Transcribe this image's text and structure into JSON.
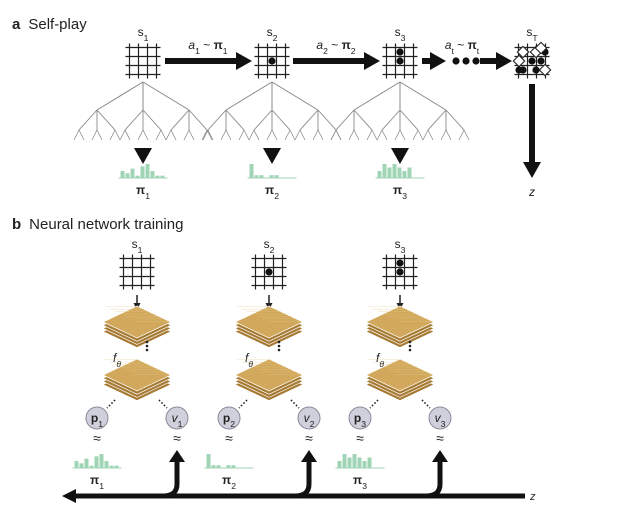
{
  "panel_a": {
    "letter": "a",
    "title": "Self-play",
    "states": [
      {
        "base": "s",
        "sub": "1"
      },
      {
        "base": "s",
        "sub": "2"
      },
      {
        "base": "s",
        "sub": "3"
      },
      {
        "base": "s",
        "sub": "T"
      }
    ],
    "actions": [
      {
        "base": "a",
        "sub": "1",
        "pi": "π",
        "pi_sub": "1"
      },
      {
        "base": "a",
        "sub": "2",
        "pi": "π",
        "pi_sub": "2"
      },
      {
        "base": "a",
        "sub": "t",
        "pi": "π",
        "pi_sub": "t"
      }
    ],
    "policies": [
      {
        "pi": "π",
        "sub": "1"
      },
      {
        "pi": "π",
        "sub": "2"
      },
      {
        "pi": "π",
        "sub": "3"
      }
    ],
    "outcome": "z"
  },
  "panel_b": {
    "letter": "b",
    "title": "Neural network training",
    "states": [
      {
        "base": "s",
        "sub": "1"
      },
      {
        "base": "s",
        "sub": "2"
      },
      {
        "base": "s",
        "sub": "3"
      }
    ],
    "network_label": {
      "base": "f",
      "sub": "θ"
    },
    "policy_outputs": [
      {
        "base": "p",
        "sub": "1"
      },
      {
        "base": "p",
        "sub": "2"
      },
      {
        "base": "p",
        "sub": "3"
      }
    ],
    "value_outputs": [
      {
        "base": "v",
        "sub": "1"
      },
      {
        "base": "v",
        "sub": "2"
      },
      {
        "base": "v",
        "sub": "3"
      }
    ],
    "targets": [
      {
        "pi": "π",
        "sub": "1"
      },
      {
        "pi": "π",
        "sub": "2"
      },
      {
        "pi": "π",
        "sub": "3"
      }
    ],
    "approx_symbol": "≈",
    "outcome": "z"
  },
  "colors": {
    "arrow": "#111111",
    "histogram": "#9fd4b4",
    "layer_top": "#d2a95c",
    "layer_side": "#a67a33",
    "node_fill": "#d0d0dc",
    "node_stroke": "#8a8a9a",
    "tree": "#888888"
  },
  "histograms": {
    "a": [
      [
        3,
        2,
        4,
        1,
        5,
        6,
        3,
        1,
        1
      ],
      [
        5,
        1,
        1,
        0,
        1,
        1,
        0,
        0,
        0
      ],
      [
        2,
        4,
        3,
        4,
        3,
        2,
        3,
        0,
        0
      ]
    ],
    "b": [
      [
        3,
        2,
        4,
        1,
        5,
        6,
        3,
        1,
        1
      ],
      [
        5,
        1,
        1,
        0,
        1,
        1,
        0,
        0,
        0
      ],
      [
        2,
        4,
        3,
        4,
        3,
        2,
        3,
        0,
        0
      ]
    ]
  }
}
